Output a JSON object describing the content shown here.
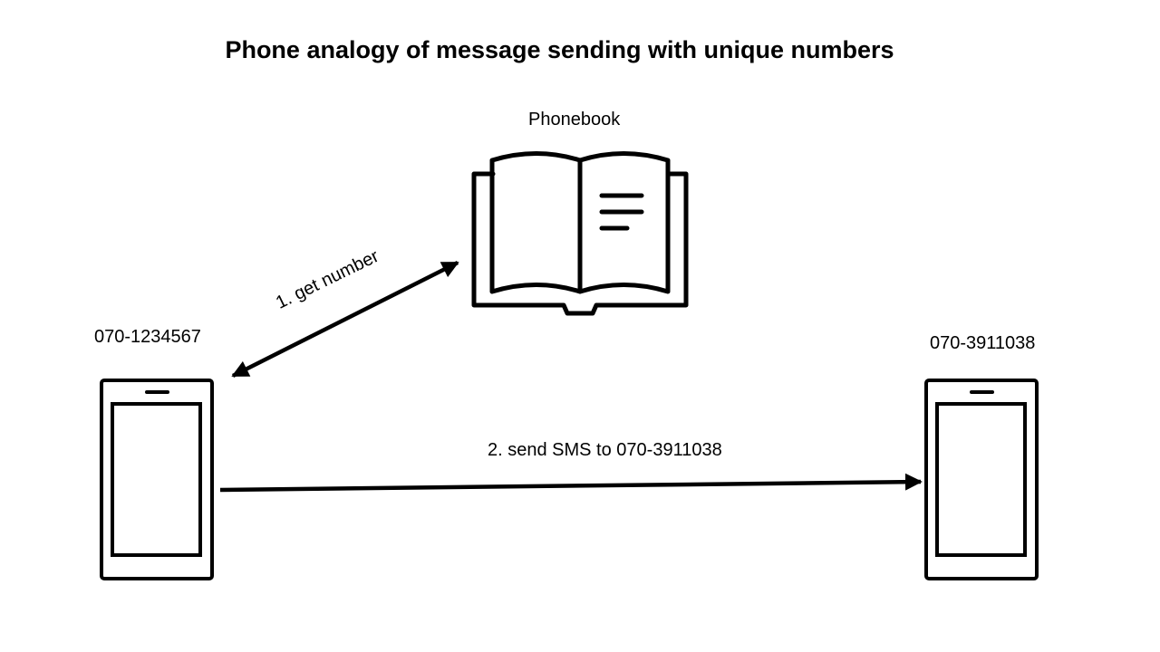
{
  "title": "Phone analogy of message sending with unique numbers",
  "phonebook": {
    "label": "Phonebook",
    "icon": "open-book-icon"
  },
  "sender": {
    "number": "070-1234567",
    "icon": "smartphone-icon"
  },
  "receiver": {
    "number": "070-3911038",
    "icon": "smartphone-icon"
  },
  "steps": [
    {
      "label": "1. get number",
      "direction": "bidirectional"
    },
    {
      "label": "2. send SMS to 070-3911038",
      "direction": "sender-to-receiver"
    }
  ],
  "colors": {
    "stroke": "#000000",
    "background": "#ffffff"
  }
}
